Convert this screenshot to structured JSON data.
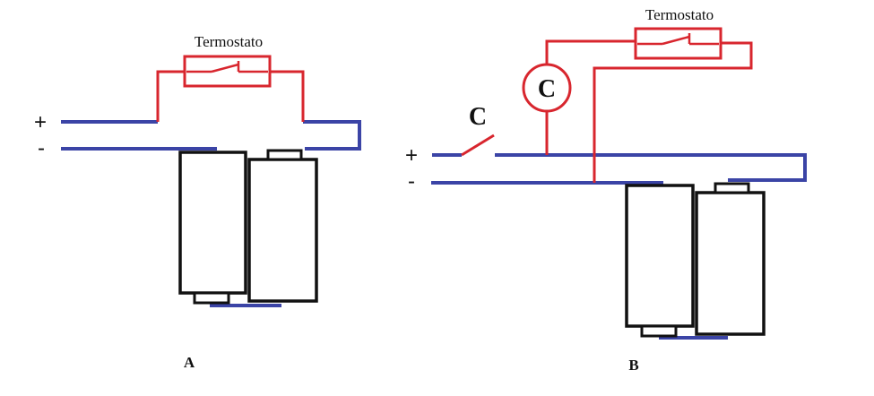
{
  "colors": {
    "wire_positive": "#d8262e",
    "wire_bus": "#3b44a6",
    "battery": "#111111",
    "background": "#ffffff"
  },
  "panel_a": {
    "label": "A",
    "thermostat_label": "Termostato",
    "plus_label": "+",
    "minus_label": "-"
  },
  "panel_b": {
    "label": "B",
    "thermostat_label": "Termostato",
    "plus_label": "+",
    "minus_label": "-",
    "switch_label": "C",
    "meter_label": "C"
  }
}
